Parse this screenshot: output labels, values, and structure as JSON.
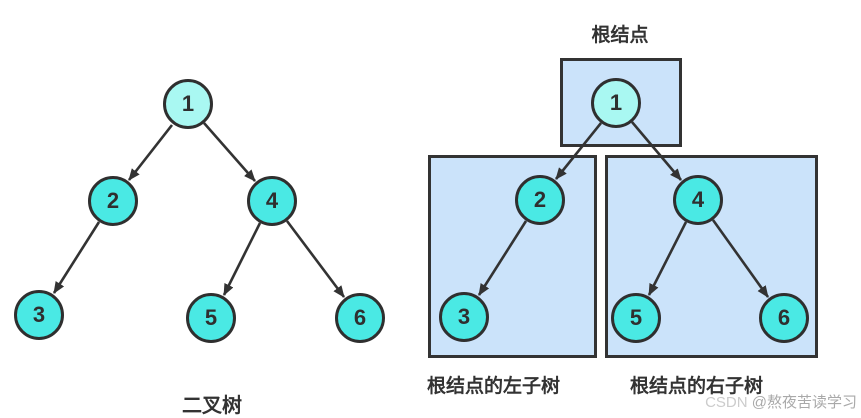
{
  "left_tree": {
    "caption": "二叉树",
    "nodes": {
      "n1": "1",
      "n2": "2",
      "n3": "3",
      "n4": "4",
      "n5": "5",
      "n6": "6"
    },
    "edges": [
      [
        "1",
        "2"
      ],
      [
        "1",
        "4"
      ],
      [
        "2",
        "3"
      ],
      [
        "4",
        "5"
      ],
      [
        "4",
        "6"
      ]
    ]
  },
  "right_tree": {
    "root_box_label": "根结点",
    "left_subtree_label": "根结点的左子树",
    "right_subtree_label": "根结点的右子树",
    "nodes": {
      "n1": "1",
      "n2": "2",
      "n3": "3",
      "n4": "4",
      "n5": "5",
      "n6": "6"
    },
    "edges": [
      [
        "1",
        "2"
      ],
      [
        "1",
        "4"
      ],
      [
        "2",
        "3"
      ],
      [
        "4",
        "5"
      ],
      [
        "4",
        "6"
      ]
    ],
    "left_subtree_nodes": [
      "2",
      "3"
    ],
    "right_subtree_nodes": [
      "4",
      "5",
      "6"
    ]
  },
  "watermark": {
    "prefix": "CSDN ",
    "suffix": "@熬夜苦读学习"
  },
  "colors": {
    "node_fill": "#4ae9e4",
    "root_node_fill": "#a9f8f2",
    "node_stroke": "#2f2f2f",
    "box_fill": "#cbe3fa",
    "box_stroke": "#333333",
    "edge_stroke": "#333333",
    "label_text": "#333333",
    "watermark_text": "#bbbbbb",
    "background": "#ffffff"
  }
}
